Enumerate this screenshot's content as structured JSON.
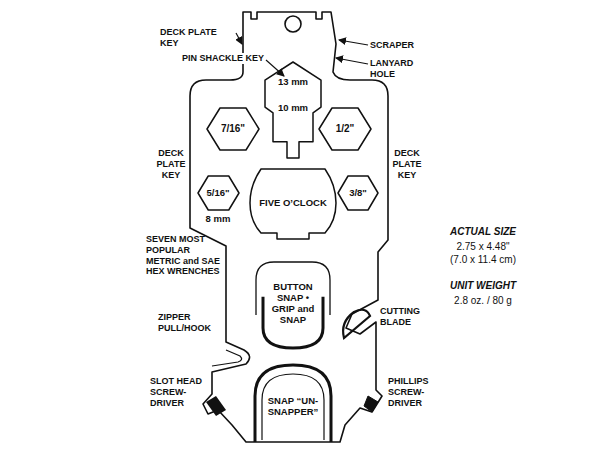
{
  "diagram": {
    "nodes": [
      {
        "text": [
          "13 mm",
          "10 mm"
        ]
      },
      {
        "text": [
          "7/16\""
        ]
      },
      {
        "text": [
          "1/2\""
        ]
      },
      {
        "text": [
          "5/16\""
        ]
      },
      {
        "text": [
          "FIVE O’CLOCK"
        ]
      },
      {
        "text": [
          "3/8\""
        ]
      },
      {
        "text": [
          "BUTTON SNAP • GRIP and SNAP"
        ]
      },
      {
        "text": [
          "SNAP “UN-SNAPPER”"
        ]
      }
    ],
    "labels": [
      "DECK PLATE KEY",
      "PIN SHACKLE KEY",
      "SCRAPER",
      "LANYARD HOLE",
      "DECK PLATE KEY",
      "DECK PLATE KEY",
      "8 mm",
      "SEVEN MOST POPULAR METRIC and SAE HEX WRENCHES",
      "ZIPPER PULL/HOOK",
      "CUTTING BLADE",
      "SLOT HEAD SCREW-DRIVER",
      "PHILLIPS SCREW-DRIVER",
      "ACTUAL SIZE",
      "2.75 x 4.48\"",
      "(7.0 x 11.4 cm)",
      "UNIT WEIGHT",
      "2.8 oz. / 80 g"
    ]
  }
}
